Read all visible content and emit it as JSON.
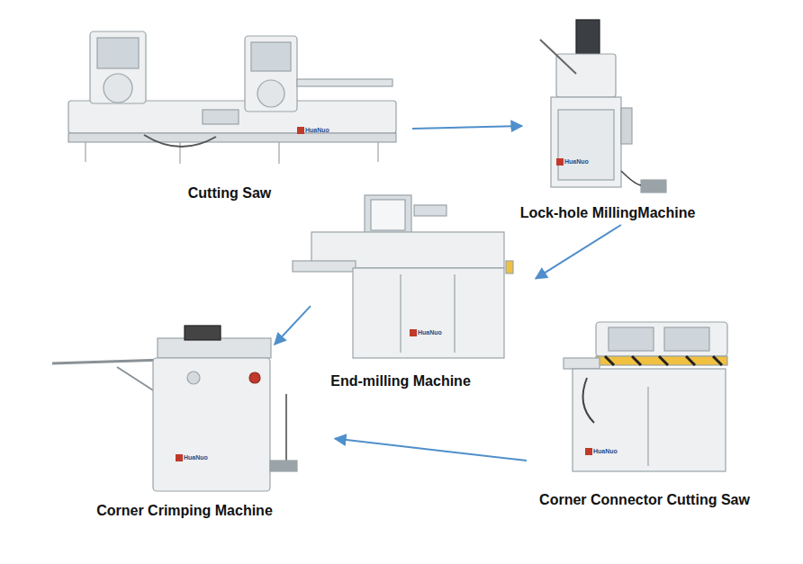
{
  "diagram": {
    "nodes": [
      {
        "text": [
          "Cutting Saw"
        ]
      },
      {
        "text": [
          "Lock-hole MillingMachine"
        ]
      },
      {
        "text": [
          "End-milling Machine"
        ]
      },
      {
        "text": [
          "Corner Crimping Machine"
        ]
      },
      {
        "text": [
          "Corner Connector Cutting Saw"
        ]
      }
    ],
    "edges": [
      {
        "from": 0,
        "to": 1,
        "arrow": "to"
      },
      {
        "from": 1,
        "to": 2,
        "arrow": "to"
      },
      {
        "from": 2,
        "to": 3,
        "arrow": "to"
      },
      {
        "from": 4,
        "to": 3,
        "arrow": "to"
      }
    ],
    "labels": [
      "HuaNuo",
      "HuaNuo",
      "HuaNuo",
      "HuaNuo",
      "HuaNuo"
    ]
  }
}
